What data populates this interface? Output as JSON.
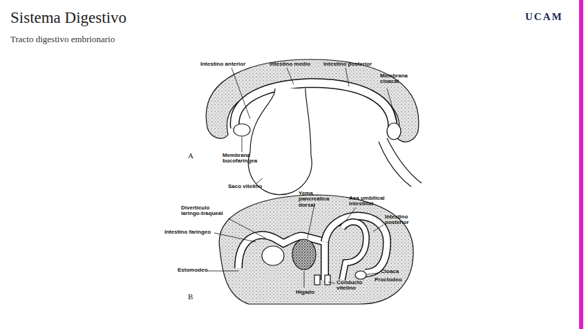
{
  "diagram": {
    "title": "Sistema Digestivo",
    "labels": [
      "Tracto digestivo embrionario",
      "UCAM",
      "Intestino anterior",
      "Intestino medio",
      "Intestino posterior",
      "Membrana cloacal",
      "Membrana bucofaríngea",
      "Saco vitelino",
      "A",
      "Yema pancreática dorsal",
      "Asa umbilical intestinal",
      "Intestino posterior",
      "Divertículo laringo-traqueal",
      "Intestino faríngeo",
      "Estomodeo",
      "Cloaca",
      "Proctodeo",
      "Conducto vitelino",
      "Hígado",
      "B"
    ]
  }
}
